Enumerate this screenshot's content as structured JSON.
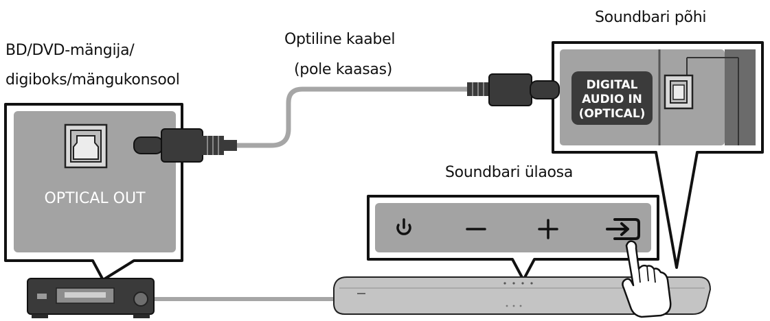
{
  "labels": {
    "source_line1": "BD/DVD-mängija/",
    "source_line2": "digiboks/mängukonsool",
    "cable_line1": "Optiline kaabel",
    "cable_line2": "(pole kaasas)",
    "soundbar_bottom": "Soundbari põhi",
    "soundbar_top": "Soundbari ülaosa"
  },
  "ports": {
    "optical_out": "OPTICAL OUT",
    "digital_in_line1": "DIGITAL",
    "digital_in_line2": "AUDIO IN",
    "digital_in_line3": "(OPTICAL)"
  },
  "top_panel_buttons": [
    "power-icon",
    "minus-icon",
    "plus-icon",
    "source-input-icon"
  ],
  "colors": {
    "callout_fill": "#a3a3a3",
    "outline": "#111111",
    "cable": "#a6a6a6",
    "plug": "#3a3a3a",
    "soundbar": "#c4c4c4"
  }
}
